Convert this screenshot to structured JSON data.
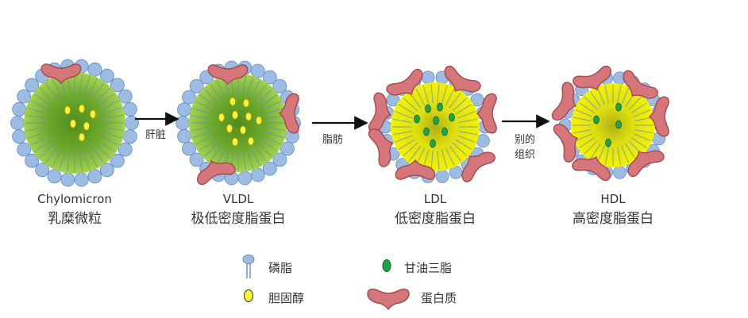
{
  "colors": {
    "phospholipid": "#9dbce3",
    "phospholipid_stroke": "#5f8dc6",
    "protein": "#d4767a",
    "protein_stroke": "#a3484c",
    "cholesterol": "#fff23a",
    "cholesterol_stroke": "#b9a700",
    "triglyceride": "#1fa34a",
    "triglyceride_stroke": "#0d6b2c",
    "core_dark_green": "#4f8d1e",
    "core_light_green": "#a6d34c",
    "core_yellow": "#f4f200",
    "core_olive": "#aeb015"
  },
  "particles": [
    {
      "id": "chylomicron",
      "label_en": "Chylomicron",
      "label_cn": "乳糜微粒"
    },
    {
      "id": "vldl",
      "label_en": "VLDL",
      "label_cn": "极低密度脂蛋白"
    },
    {
      "id": "ldl",
      "label_en": "LDL",
      "label_cn": "低密度脂蛋白"
    },
    {
      "id": "hdl",
      "label_en": "HDL",
      "label_cn": "高密度脂蛋白"
    }
  ],
  "arrows": [
    {
      "label_lines": [
        "肝脏"
      ]
    },
    {
      "label_lines": [
        "脂肪"
      ]
    },
    {
      "label_lines": [
        "别的",
        "组织"
      ]
    }
  ],
  "legend": [
    {
      "icon": "phospholipid-icon",
      "label": "磷脂"
    },
    {
      "icon": "triglyceride-icon",
      "label": "甘油三脂"
    },
    {
      "icon": "cholesterol-icon",
      "label": "胆固醇"
    },
    {
      "icon": "protein-icon",
      "label": "蛋白质"
    }
  ]
}
